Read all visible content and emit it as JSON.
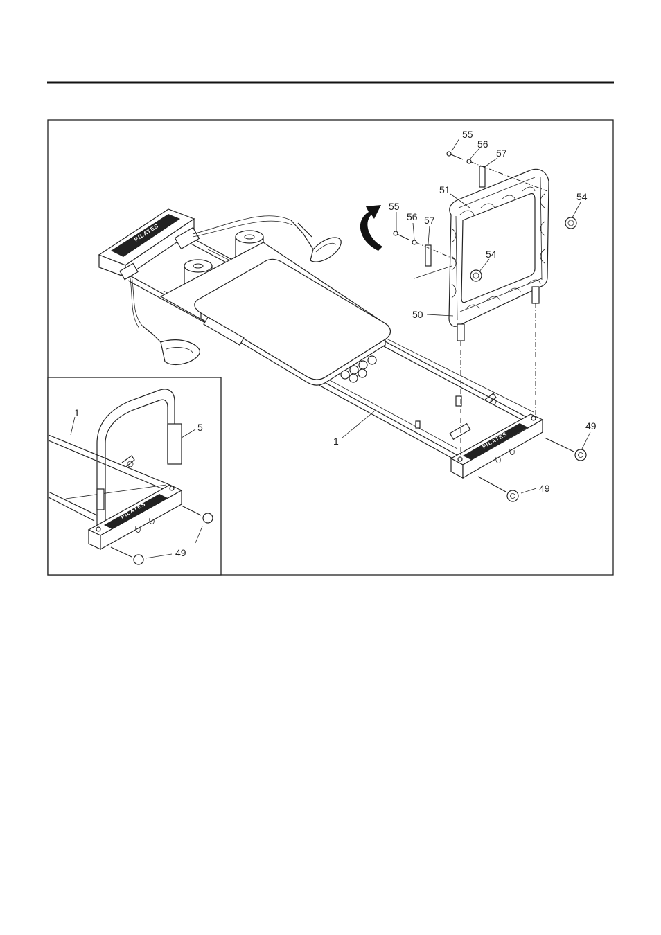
{
  "figure": {
    "brand_logo_text": "PILATES",
    "callouts": {
      "n55a": "55",
      "n56a": "56",
      "n57a": "57",
      "n51": "51",
      "n54a": "54",
      "n55b": "55",
      "n56b": "56",
      "n57b": "57",
      "n54b": "54",
      "n50": "50",
      "n1_main": "1",
      "n49a": "49",
      "n49b": "49"
    },
    "inset_callouts": {
      "n1": "1",
      "n5": "5",
      "n49": "49"
    }
  }
}
